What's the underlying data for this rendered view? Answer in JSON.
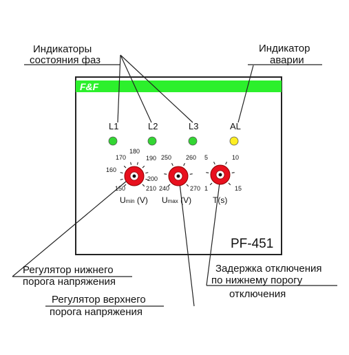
{
  "callouts": {
    "phase_indicators": [
      "Индикаторы",
      "состояния  фаз"
    ],
    "alarm_indicator": [
      "Индикатор",
      "аварии"
    ],
    "min_regulator": [
      "Регулятор нижнего",
      "порога напряжения"
    ],
    "max_regulator": [
      "Регулятор верхнего",
      "порога напряжения"
    ],
    "delay": [
      "Задержка отключения",
      "по нижнему порогу",
      "отключения"
    ]
  },
  "device": {
    "brand": "F&F",
    "model": "PF-451",
    "brand_color": "#2cf02c"
  },
  "leds": [
    {
      "label": "L1",
      "color": "#33d633"
    },
    {
      "label": "L2",
      "color": "#33d633"
    },
    {
      "label": "L3",
      "color": "#33d633"
    },
    {
      "label": "AL",
      "color": "#ffee22"
    }
  ],
  "knobs": {
    "umin": {
      "label_main": "U",
      "label_sub": "min",
      "label_unit": " (V)",
      "scale": [
        "150",
        "160",
        "170",
        "180",
        "190",
        "200",
        "210"
      ]
    },
    "umax": {
      "label_main": "U",
      "label_sub": "max",
      "label_unit": " (V)",
      "scale": [
        "240",
        "250",
        "260",
        "270"
      ]
    },
    "t": {
      "label_main": "T(s)",
      "scale": [
        "1",
        "5",
        "10",
        "15"
      ]
    },
    "knob_color": "#e8101e"
  }
}
